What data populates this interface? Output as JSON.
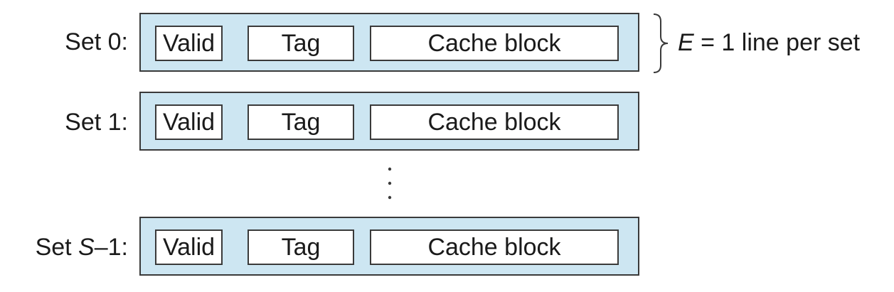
{
  "sets": [
    {
      "label_prefix": "Set ",
      "label_var": "",
      "label_suffix": "0:",
      "fields": [
        "Valid",
        "Tag",
        "Cache block"
      ]
    },
    {
      "label_prefix": "Set ",
      "label_var": "",
      "label_suffix": "1:",
      "fields": [
        "Valid",
        "Tag",
        "Cache block"
      ]
    },
    {
      "label_prefix": "Set ",
      "label_var": "S",
      "label_suffix": "–1:",
      "fields": [
        "Valid",
        "Tag",
        "Cache block"
      ]
    }
  ],
  "annotation": {
    "var": "E",
    "text": " = 1 line per set"
  },
  "colors": {
    "set_fill": "#cde6f2",
    "field_fill": "#ffffff",
    "stroke": "#3a3a3a"
  }
}
